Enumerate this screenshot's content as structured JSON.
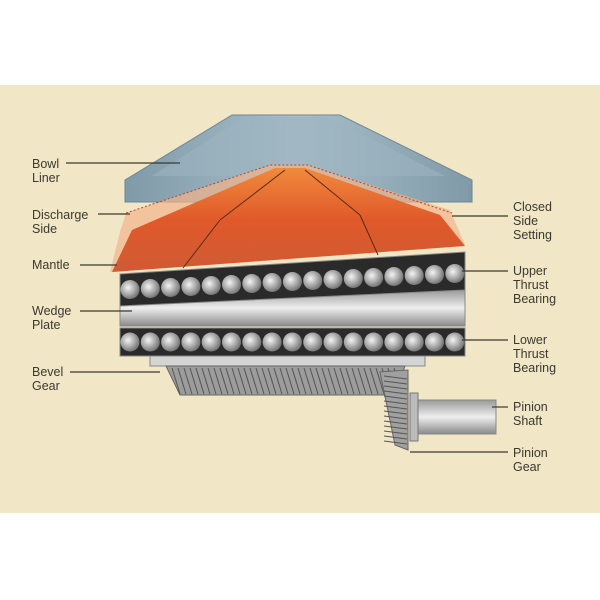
{
  "title": "Cone crusher cross-section",
  "labels": {
    "bowl_liner": "Bowl\nLiner",
    "discharge_side": "Discharge\nSide",
    "mantle": "Mantle",
    "wedge_plate": "Wedge\nPlate",
    "bevel_gear": "Bevel\nGear",
    "closed_side_setting": "Closed\nSide\nSetting",
    "upper_thrust_bearing": "Upper\nThrust\nBearing",
    "lower_thrust_bearing": "Lower\nThrust\nBearing",
    "pinion_shaft": "Pinion\nShaft",
    "pinion_gear": "Pinion\nGear"
  },
  "colors": {
    "background": "#f1e6c6",
    "bowl": "#8fa9b5",
    "mantle": "#d9552a",
    "steel": "#c8c8c8"
  }
}
